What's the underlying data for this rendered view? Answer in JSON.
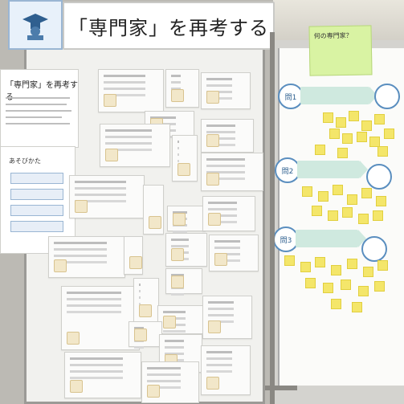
{
  "banner": {
    "title": "「専門家」を再考する"
  },
  "intro_panel": {
    "title": "「専門家」を再考する"
  },
  "howto_panel": {
    "title": "あそびかた"
  },
  "right_board": {
    "note": "何の専門家？",
    "questions": [
      {
        "label": "問1"
      },
      {
        "label": "問2"
      },
      {
        "label": "問3"
      }
    ]
  },
  "colors": {
    "banner_bg": "#ffffff",
    "sticky_note": "#f4e66a",
    "green_note": "#d9f3a3",
    "question_ring": "#5a8ebf",
    "question_band": "#cfe9df"
  }
}
